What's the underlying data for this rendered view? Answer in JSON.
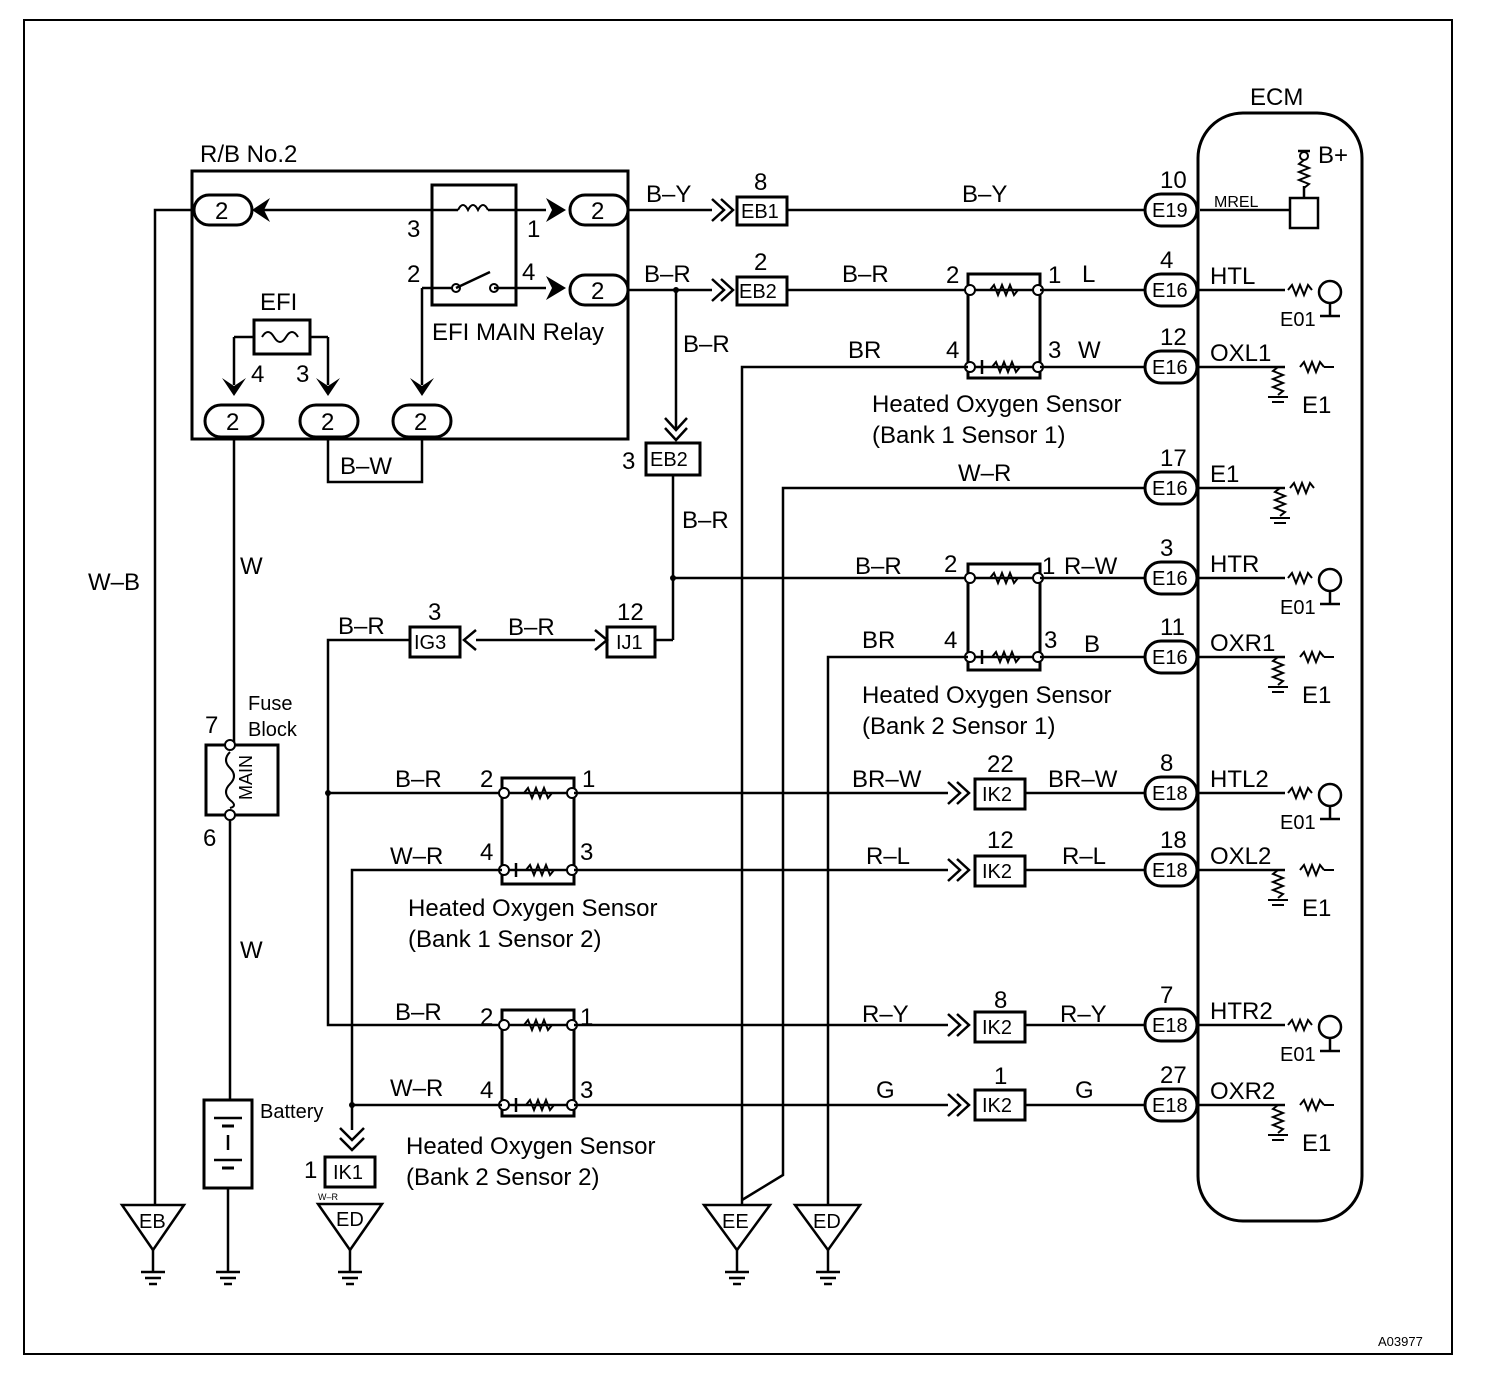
{
  "relay_block": {
    "title": "R/B No.2",
    "pin_label": "2",
    "efi_fuse": "EFI",
    "relay_name": "EFI MAIN Relay",
    "pins": {
      "p1": "1",
      "p2": "2",
      "p3": "3",
      "p4": "4",
      "f3": "3",
      "f4": "4"
    }
  },
  "ecm": {
    "title": "ECM",
    "bplus": "B+",
    "mrel": "MREL",
    "terminals": [
      {
        "num": "10",
        "conn": "E19",
        "name": "MREL"
      },
      {
        "num": "4",
        "conn": "E16",
        "name": "HTL"
      },
      {
        "num": "12",
        "conn": "E16",
        "name": "OXL1"
      },
      {
        "num": "17",
        "conn": "E16",
        "name": "E1"
      },
      {
        "num": "3",
        "conn": "E16",
        "name": "HTR"
      },
      {
        "num": "11",
        "conn": "E16",
        "name": "OXR1"
      },
      {
        "num": "8",
        "conn": "E18",
        "name": "HTL2"
      },
      {
        "num": "18",
        "conn": "E18",
        "name": "OXL2"
      },
      {
        "num": "7",
        "conn": "E18",
        "name": "HTR2"
      },
      {
        "num": "27",
        "conn": "E18",
        "name": "OXR2"
      }
    ],
    "e01": "E01",
    "e1": "E1"
  },
  "connectors": {
    "eb1": {
      "name": "EB1",
      "pin": "8"
    },
    "eb2a": {
      "name": "EB2",
      "pin": "2"
    },
    "eb2b": {
      "name": "EB2",
      "pin": "3"
    },
    "ig3": {
      "name": "IG3",
      "pin": "3"
    },
    "ij1": {
      "name": "IJ1",
      "pin": "12"
    },
    "ik2_22": {
      "name": "IK2",
      "pin": "22"
    },
    "ik2_12": {
      "name": "IK2",
      "pin": "12"
    },
    "ik2_8": {
      "name": "IK2",
      "pin": "8"
    },
    "ik2_1": {
      "name": "IK2",
      "pin": "1"
    },
    "ik1": {
      "name": "IK1",
      "pin": "1",
      "sub": "W–R"
    }
  },
  "wires": {
    "by": "B–Y",
    "br": "B–R",
    "bw": "B–W",
    "wb": "W–B",
    "w": "W",
    "l": "L",
    "brn": "BR",
    "wr": "W–R",
    "rw": "R–W",
    "b": "B",
    "brw": "BR–W",
    "rl": "R–L",
    "ry": "R–Y",
    "g": "G"
  },
  "sensors": {
    "name": "Heated Oxygen Sensor",
    "b1s1": "(Bank 1 Sensor 1)",
    "b2s1": "(Bank 2 Sensor 1)",
    "b1s2": "(Bank 1 Sensor 2)",
    "b2s2": "(Bank 2 Sensor 2)",
    "pins": {
      "p1": "1",
      "p2": "2",
      "p3": "3",
      "p4": "4"
    }
  },
  "fuse_block": {
    "title_line1": "Fuse",
    "title_line2": "Block",
    "fuse": "MAIN",
    "pin_top": "7",
    "pin_bottom": "6"
  },
  "battery": "Battery",
  "grounds": {
    "eb": "EB",
    "ed": "ED",
    "ee": "EE"
  },
  "figure_id": "A03977"
}
